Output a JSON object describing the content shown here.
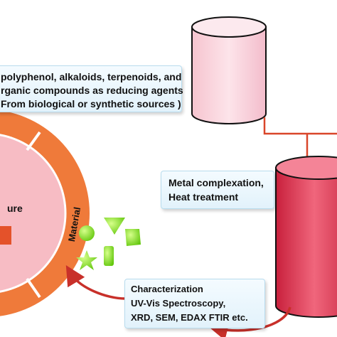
{
  "reducing_agents": {
    "line1": "polyphenol, alkaloids, terpenoids, and",
    "line2": "rganic compounds as reducing agents",
    "line3": "From biological or synthetic sources )"
  },
  "metal_step": {
    "line1": "Metal complexation,",
    "line2": "Heat treatment"
  },
  "characterization": {
    "line1": "Characterization",
    "line2": "UV-Vis Spectroscopy,",
    "line3": "XRD, SEM, EDAX FTIR etc."
  },
  "ring": {
    "inner_text": "ure",
    "outer_text": "Material"
  },
  "colors": {
    "top_cylinder": "#fbdbe2",
    "reactor_cylinder": "#e23a55",
    "connector": "#d9462a",
    "ring_outer": "#ef7a3a",
    "ring_inner": "#f7bcc4",
    "shapes": "#7fe21a",
    "arrow": "#c8302a"
  }
}
